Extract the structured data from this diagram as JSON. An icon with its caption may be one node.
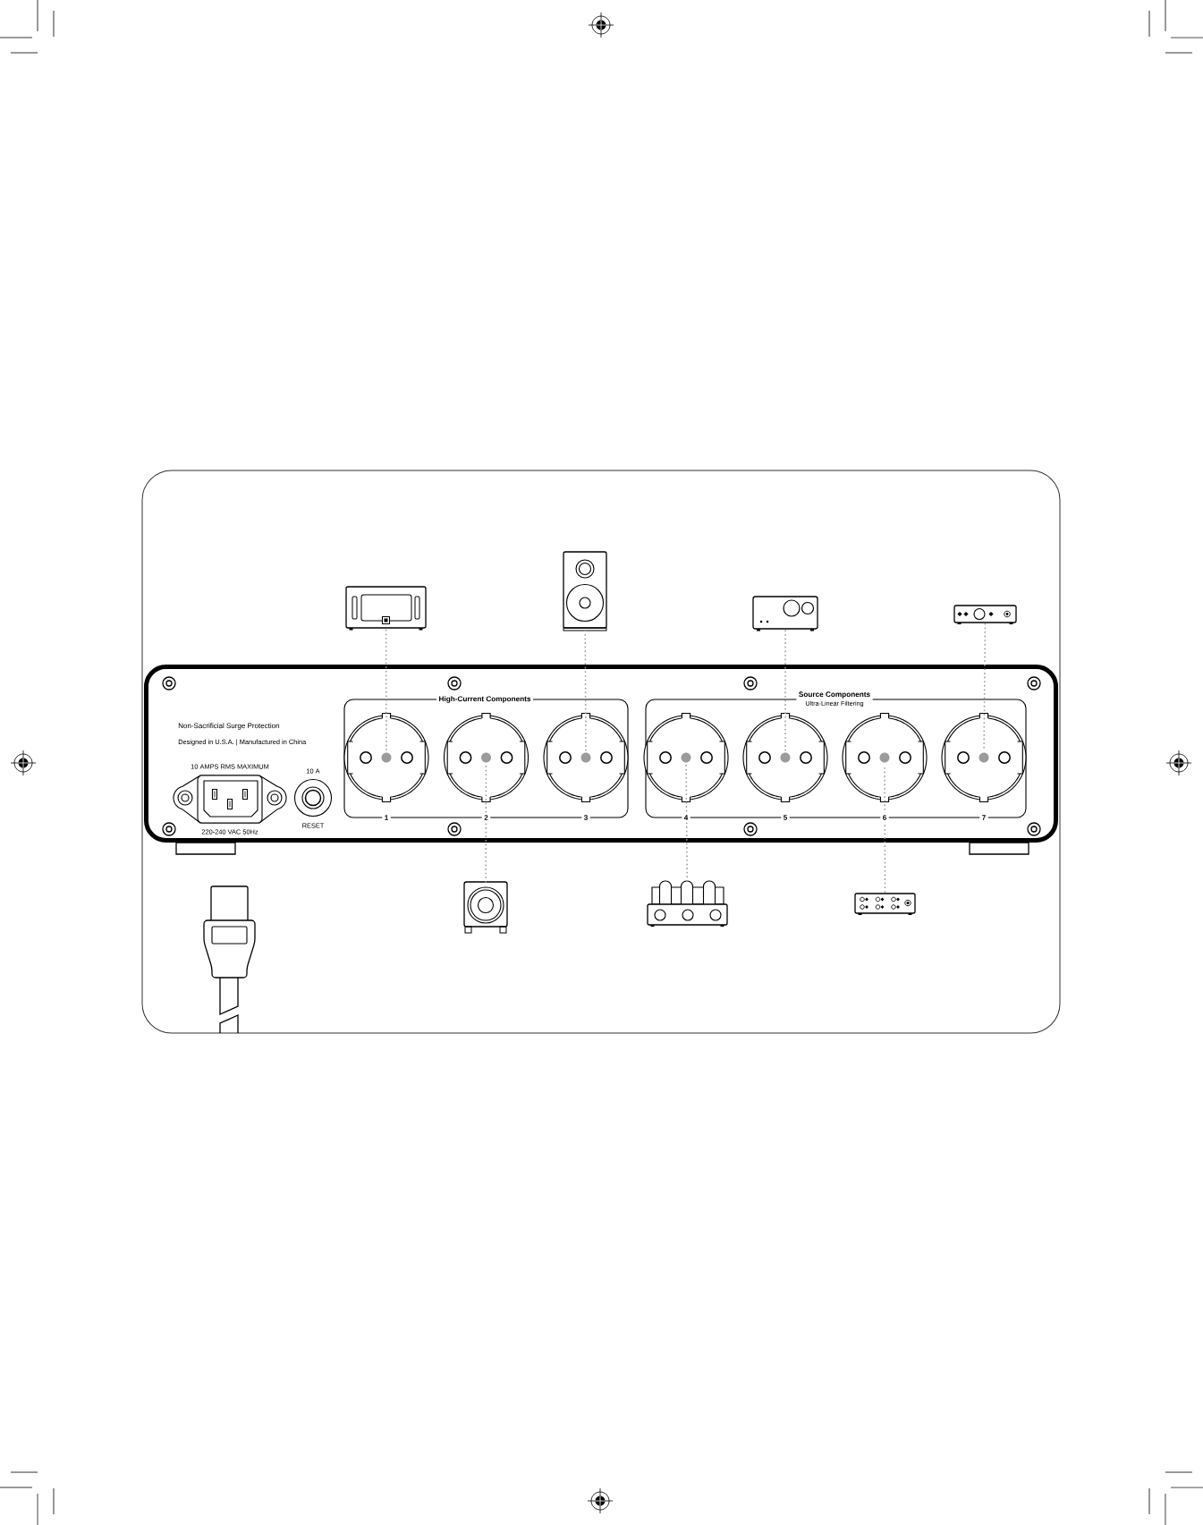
{
  "diagram": {
    "nodes": [
      {
        "text": [],
        "shape": "picture"
      },
      {
        "text": [],
        "shape": "picture"
      },
      {
        "text": [],
        "shape": "picture"
      },
      {
        "text": [],
        "shape": "picture"
      },
      {
        "text": [
          "Non-Sacrificial Surge Protection",
          "Designed in U.S.A. | Manufactured in China"
        ]
      },
      {
        "text": [
          "High-Current Components"
        ],
        "in": 4
      },
      {
        "text": [],
        "shape": "circle",
        "in": 5,
        "beside": [
          "1"
        ]
      },
      {
        "text": [],
        "shape": "circle",
        "in": 5,
        "beside": [
          "2"
        ]
      },
      {
        "text": [],
        "shape": "circle",
        "in": 5,
        "beside": [
          "3"
        ]
      },
      {
        "text": [
          "Source Components",
          "Ultra-Linear Filtering"
        ],
        "in": 4
      },
      {
        "text": [],
        "shape": "circle",
        "in": 9,
        "beside": [
          "4"
        ]
      },
      {
        "text": [],
        "shape": "circle",
        "in": 9,
        "beside": [
          "5"
        ]
      },
      {
        "text": [],
        "shape": "circle",
        "in": 9,
        "beside": [
          "6"
        ]
      },
      {
        "text": [],
        "shape": "circle",
        "in": 9,
        "beside": [
          "7"
        ]
      },
      {
        "text": [],
        "shape": "picture"
      },
      {
        "text": [],
        "shape": "picture"
      },
      {
        "text": [],
        "shape": "picture"
      }
    ],
    "edges": [
      {
        "from": 0,
        "to": 6,
        "arrow": "none"
      },
      {
        "from": 1,
        "to": 8,
        "arrow": "none"
      },
      {
        "from": 2,
        "to": 11,
        "arrow": "none"
      },
      {
        "from": 3,
        "to": 13,
        "arrow": "none"
      },
      {
        "from": 14,
        "to": 7,
        "arrow": "none"
      },
      {
        "from": 15,
        "to": 10,
        "arrow": "none"
      },
      {
        "from": 16,
        "to": 12,
        "arrow": "none"
      }
    ],
    "labels": [
      "10 AMPS RMS MAXIMUM",
      "10 A",
      "220-240 VAC 50Hz",
      "RESET"
    ]
  }
}
